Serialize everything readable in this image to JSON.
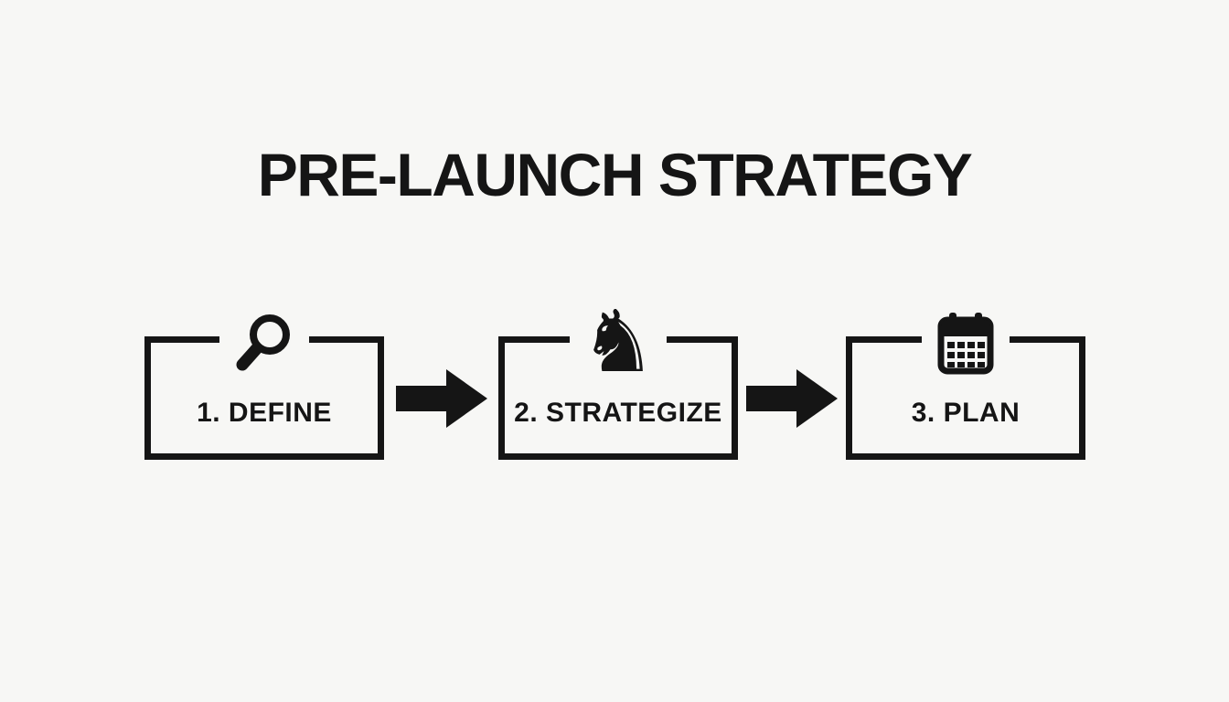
{
  "title": "PRE-LAUNCH STRATEGY",
  "colors": {
    "background": "#f7f7f5",
    "ink": "#151515"
  },
  "steps": [
    {
      "label": "1. DEFINE",
      "icon": "magnifier-icon"
    },
    {
      "label": "2. STRATEGIZE",
      "icon": "chess-knight-icon",
      "glyph": "♞"
    },
    {
      "label": "3. PLAN",
      "icon": "calendar-icon"
    }
  ],
  "connectors": [
    {
      "type": "arrow-right"
    },
    {
      "type": "arrow-right"
    }
  ]
}
